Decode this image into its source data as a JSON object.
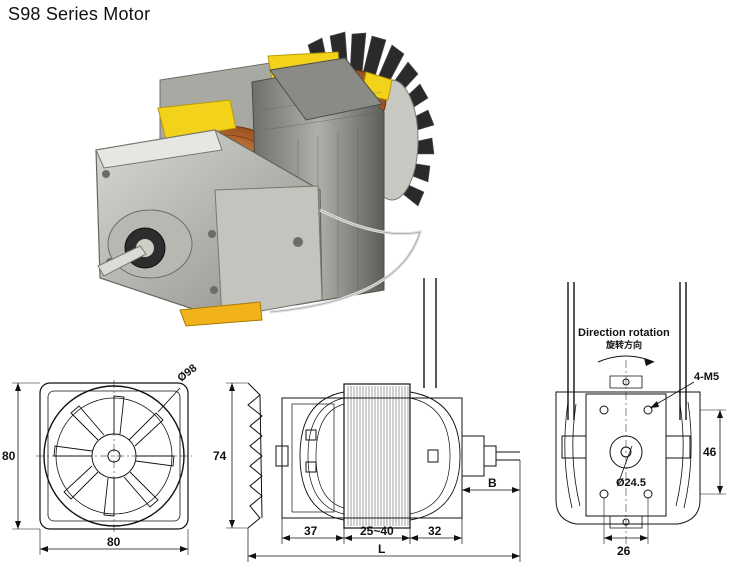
{
  "title": "S98 Series Motor",
  "views": {
    "end_view": {
      "diameter_label": "Ø98",
      "height_label": "80",
      "width_label": "80"
    },
    "side_view": {
      "fan_height_label": "74",
      "dim_37": "37",
      "dim_range": "25~40",
      "dim_32": "32",
      "length_label": "L",
      "b_label": "B"
    },
    "shaft_view": {
      "rotation_label": "Direction rotation",
      "rotation_label_cn": "旋转方向",
      "screw_label": "4-M5",
      "shaft_dia_label": "Ø24.5",
      "height_label": "46",
      "width_label": "26"
    }
  },
  "colors": {
    "copper": "#b8642a",
    "steel": "#9a9a94",
    "tape": "#f2d21a",
    "line": "#111111"
  }
}
